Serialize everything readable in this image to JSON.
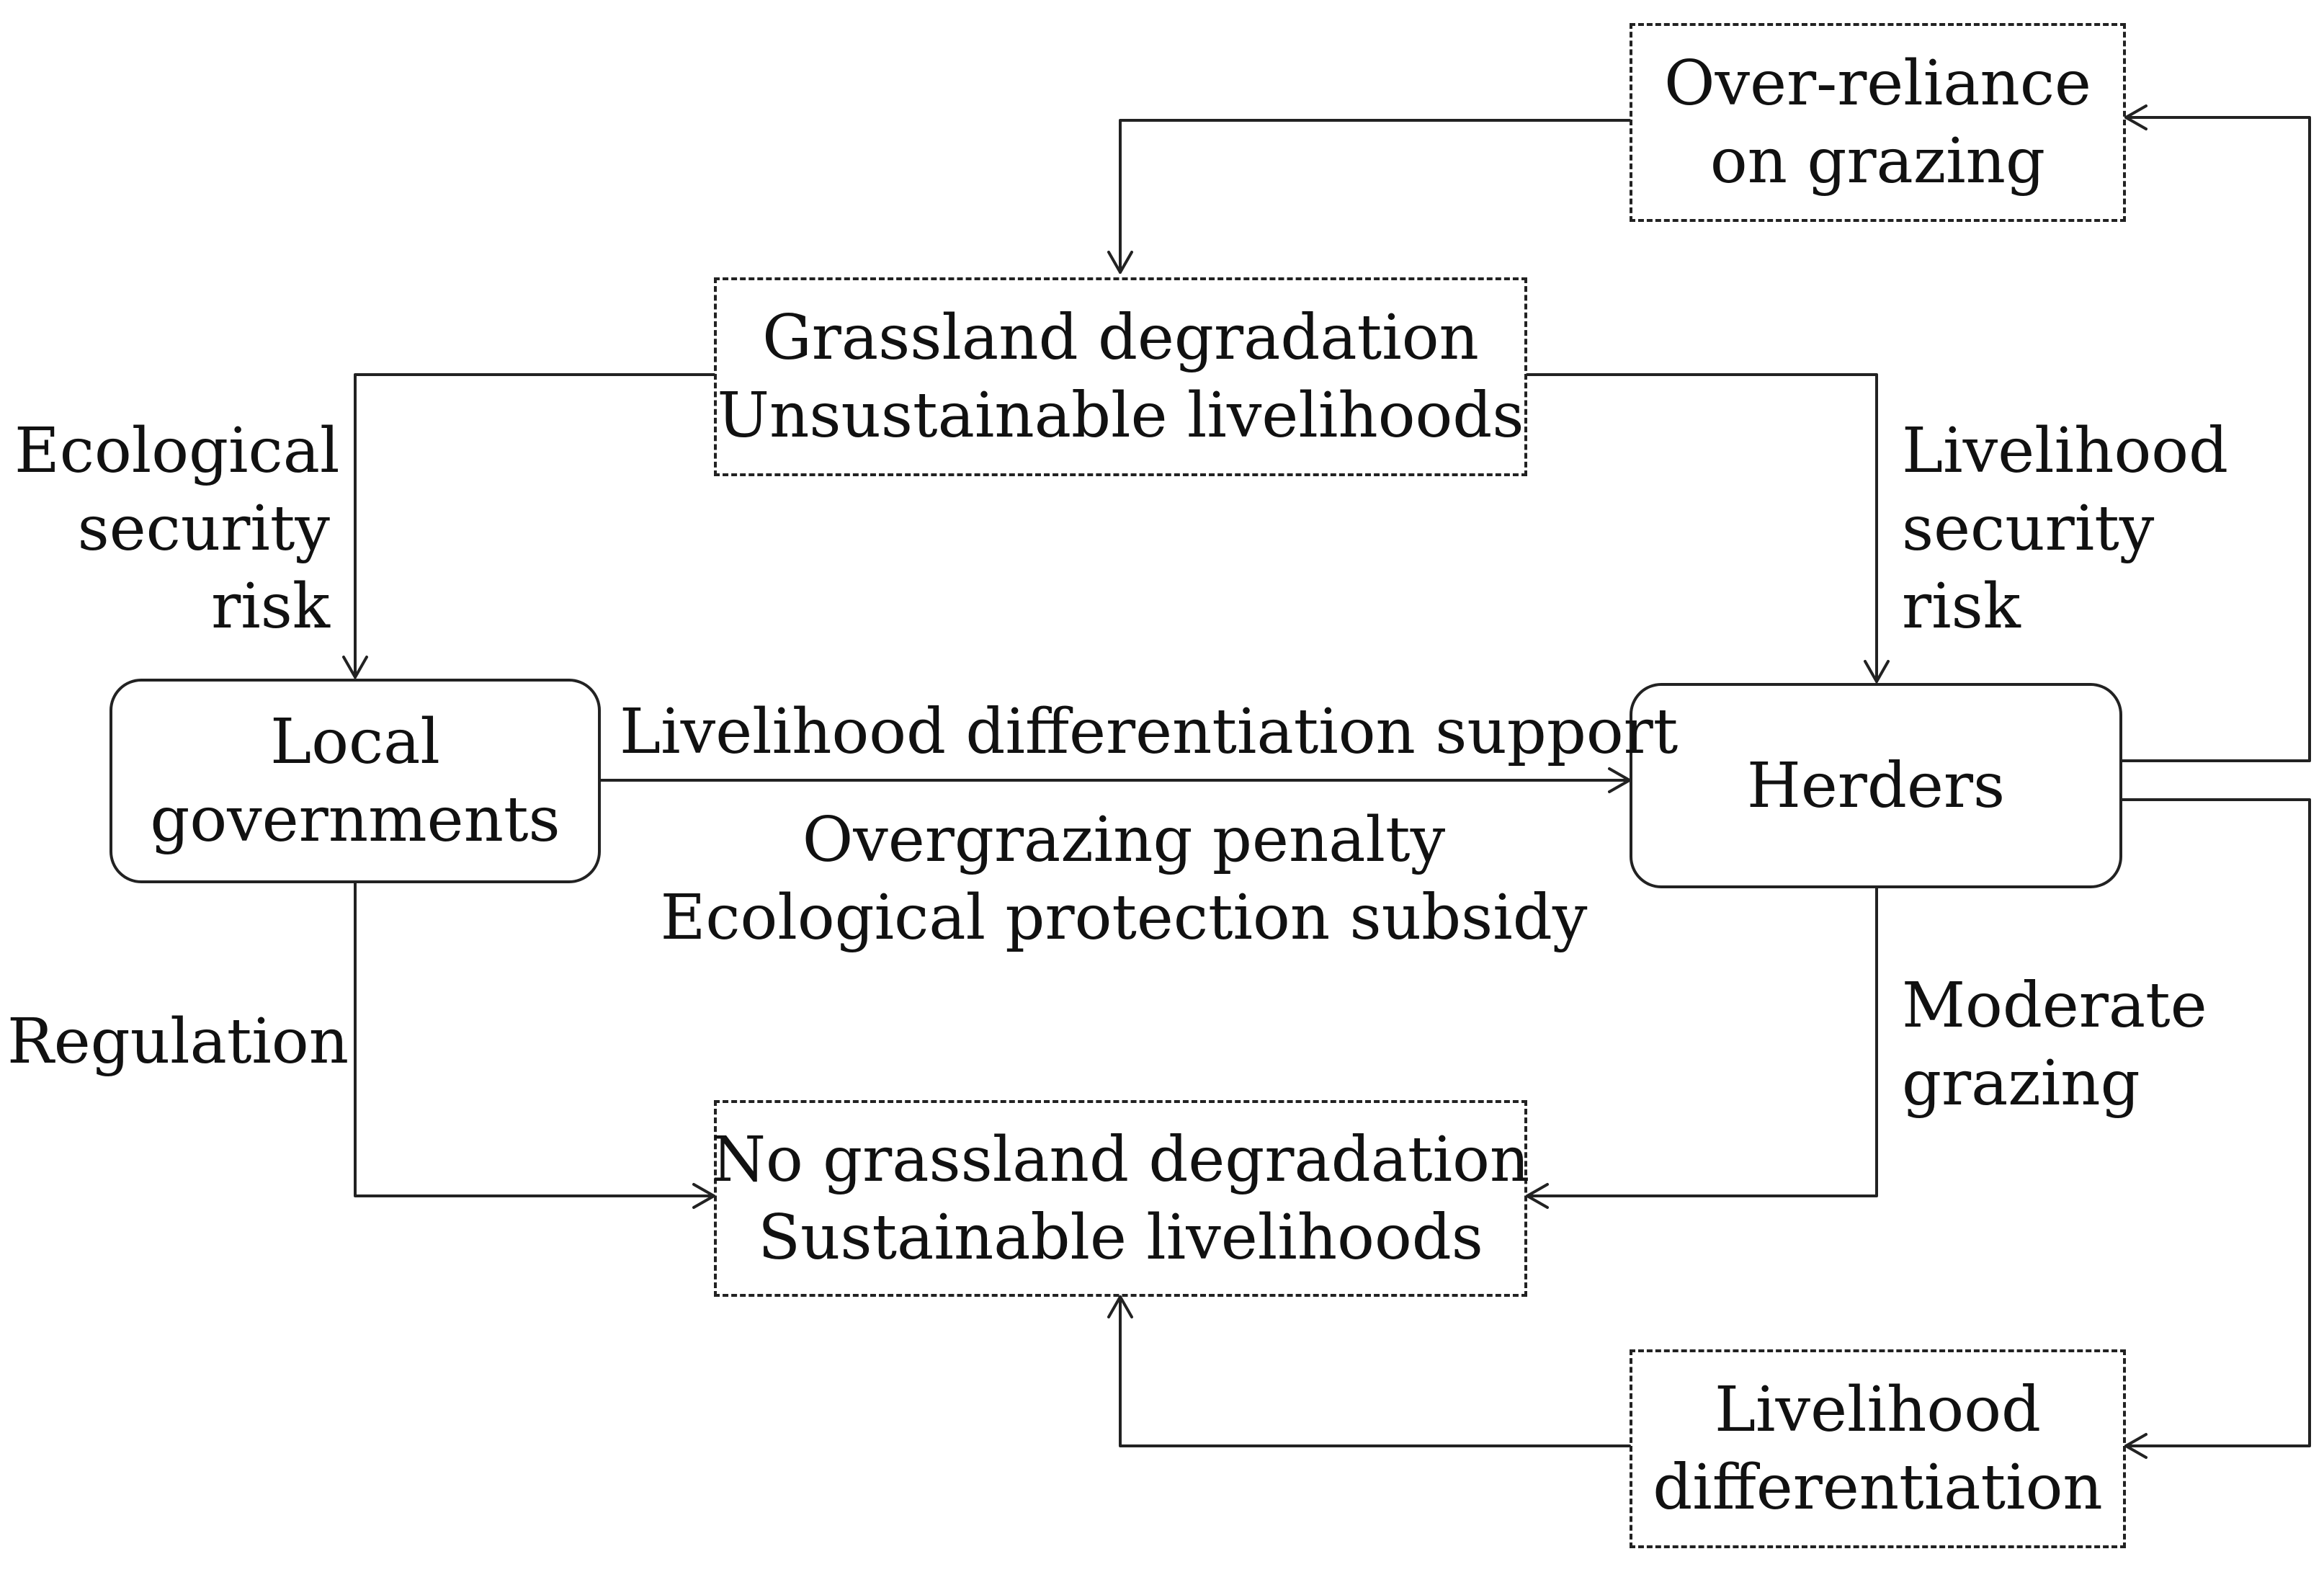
{
  "nodes": {
    "over_reliance": {
      "line1": "Over-reliance",
      "line2": "on grazing"
    },
    "degradation": {
      "line1": "Grassland degradation",
      "line2": "Unsustainable livelihoods"
    },
    "local_governments": {
      "line1": "Local",
      "line2": "governments"
    },
    "herders": {
      "line1": "Herders"
    },
    "no_degradation": {
      "line1": "No grassland degradation",
      "line2": "Sustainable livelihoods"
    },
    "livelihood_diff": {
      "line1": "Livelihood",
      "line2": "differentiation"
    }
  },
  "edge_labels": {
    "ecological_risk": {
      "line1": "Ecological",
      "line2": "security",
      "line3": "risk"
    },
    "livelihood_risk": {
      "line1": "Livelihood",
      "line2": "security",
      "line3": "risk"
    },
    "support": "Livelihood differentiation support",
    "penalty": "Overgrazing penalty",
    "subsidy": "Ecological protection subsidy",
    "regulation": "Regulation",
    "moderate": {
      "line1": "Moderate",
      "line2": "grazing"
    }
  },
  "colors": {
    "line": "#222222",
    "text": "#111111",
    "background": "#ffffff"
  }
}
